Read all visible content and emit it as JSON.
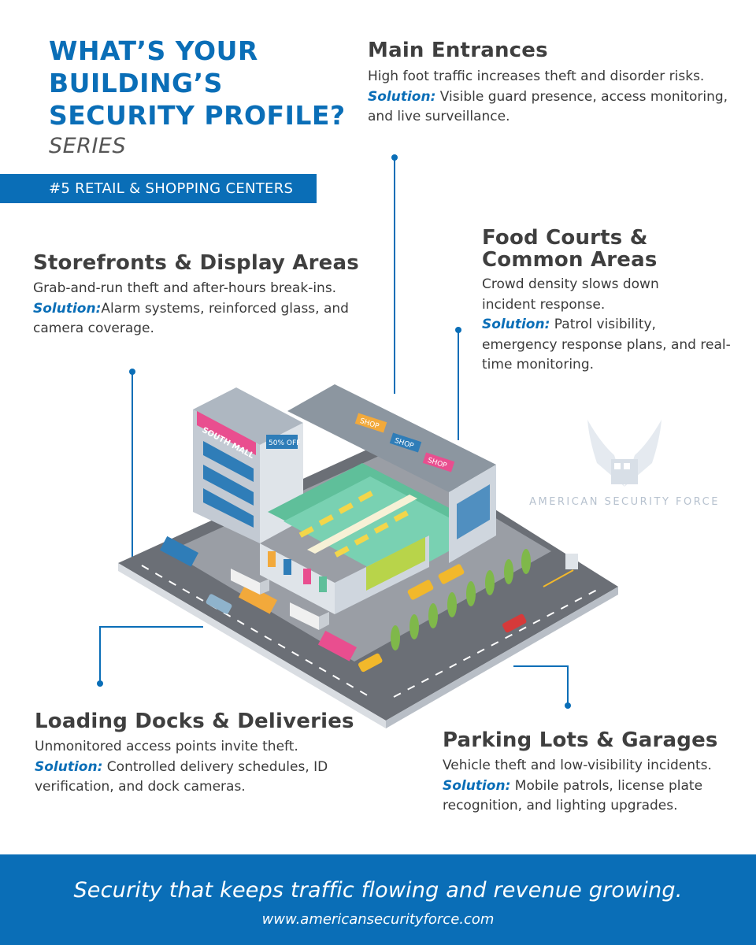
{
  "header": {
    "title_lines": [
      "WHAT’S YOUR",
      "BUILDING’S",
      "SECURITY PROFILE?"
    ],
    "series": "SERIES",
    "banner": "#5 RETAIL & SHOPPING CENTERS"
  },
  "sections": {
    "main_entrances": {
      "heading": "Main Entrances",
      "risk": "High foot traffic increases theft and disorder risks.",
      "solution_label": "Solution:",
      "solution": "Visible guard presence, access monitoring, and live surveillance."
    },
    "storefronts": {
      "heading": "Storefronts & Display Areas",
      "risk": "Grab-and-run theft and after-hours break-ins.",
      "solution_label": "Solution:",
      "solution": "Alarm systems, reinforced glass, and camera coverage."
    },
    "food_courts": {
      "heading_lines": [
        "Food Courts &",
        "Common Areas"
      ],
      "risk": "Crowd density slows down incident response.",
      "solution_label": "Solution:",
      "solution": "Patrol visibility, emergency response plans, and real-time monitoring."
    },
    "loading_docks": {
      "heading": "Loading Docks & Deliveries",
      "risk": "Unmonitored access points invite theft.",
      "solution_label": "Solution:",
      "solution": "Controlled delivery schedules, ID verification, and dock cameras."
    },
    "parking": {
      "heading": "Parking Lots & Garages",
      "risk": "Vehicle theft and low-visibility incidents.",
      "solution_label": "Solution:",
      "solution": "Mobile patrols, license plate recognition, and lighting upgrades."
    }
  },
  "illustration": {
    "mall_sign": "SOUTH MALL",
    "sale_sign": "50% OFF",
    "shop_sign": "SHOP"
  },
  "watermark": {
    "text": "AMERICAN SECURITY FORCE",
    "icon": "eagle-wings-icon"
  },
  "footer": {
    "tagline": "Security that keeps traffic flowing and revenue growing.",
    "url": "www.americansecurityforce.com"
  },
  "colors": {
    "brand_blue": "#0a6eb7",
    "heading_gray": "#3f3f3f",
    "roof_green": "#5fbf9a",
    "building_gray": "#cfd6de"
  }
}
